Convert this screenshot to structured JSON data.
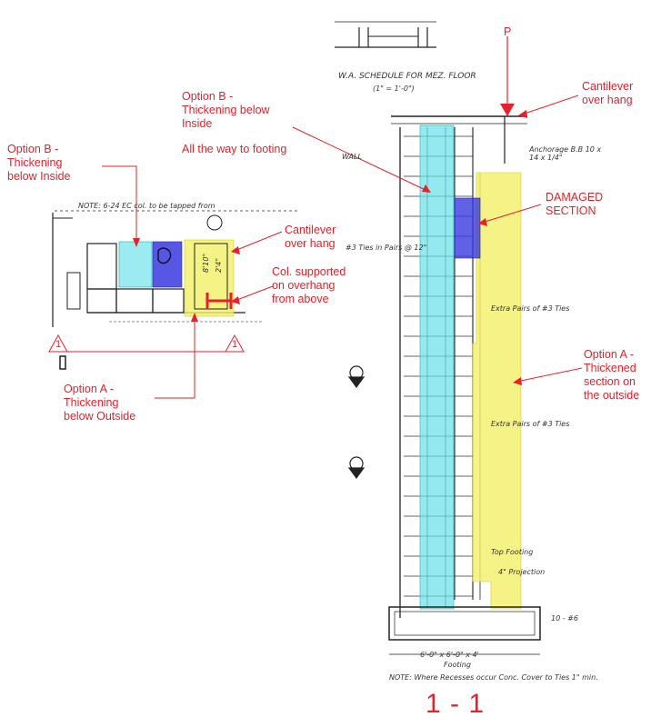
{
  "colors": {
    "annotation": "#e8202a",
    "option_b_fill": "#66e0e8",
    "option_a_fill": "#f2f066",
    "damaged_fill": "#3a3ae0",
    "drawing_ink": "#222222"
  },
  "title": "1 - 1",
  "load_marker": "P",
  "section_marker": "1",
  "annotations": {
    "option_b_left": "Option B -\nThickening\nbelow Inside",
    "option_b_main": "Option B -\nThickening below\nInside",
    "option_b_main_note": "All the way to footing",
    "cantilever_right": "Cantilever\nover hang",
    "cantilever_left": "Cantilever\nover hang",
    "damaged": "DAMAGED\nSECTION",
    "col_supported": "Col. supported\non overhang\nfrom above",
    "option_a_left": "Option A -\nThickening\nbelow Outside",
    "option_a_right": "Option A -\nThickened\nsection on\nthe outside"
  },
  "drawing_text": {
    "schedule": "W.A. SCHEDULE FOR MEZ. FLOOR",
    "scale": "(1\" = 1'-0\")",
    "note_plan": "NOTE: 6-24 EC col. to be tapped from",
    "wall_label": "WALL",
    "anchor_bolts": "Anchorage B.B 10 x 14 x 1/4\"",
    "extra_pairs_1": "Extra Pairs of #3 Ties",
    "extra_pairs_2": "Extra Pairs of #3 Ties",
    "ties": "#3 Ties in Pairs @ 12\"",
    "top_footing": "Top Footing",
    "projection": "4\" Projection",
    "footing": "Footing",
    "footing_size": "6'-0\" x 6'-0\" x 4'",
    "bottom_note": "NOTE: Where Recesses occur Conc. Cover to Ties 1\" min.",
    "bars": "10 - #6",
    "plan_dim": "8'10\"",
    "plan_dim2": "2'4\""
  }
}
